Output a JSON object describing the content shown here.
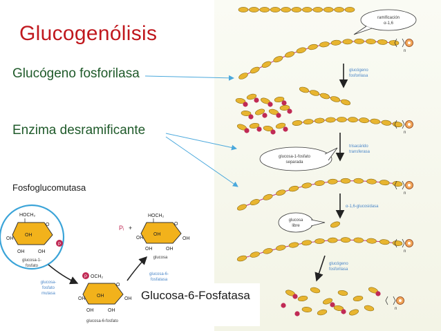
{
  "title": "Glucogenólisis",
  "labels": {
    "glucogeno_fosforilasa": "Glucógeno fosforilasa",
    "enzima_desramificante": "Enzima desramificante",
    "fosfoglucomutasa": "Fosfoglucomutasa",
    "glucosa_6_fosfatasa": "Glucosa-6-Fosfatasa"
  },
  "pathway": {
    "ramificacion_line1": "ramificación",
    "ramificacion_line2": "α-1,6",
    "step1_line1": "glucógeno",
    "step1_line2": "fosforilasa",
    "g1p_bubble_line1": "glucosa-1-fosfato",
    "g1p_bubble_line2": "separada",
    "step2_line1": "trisacárido",
    "step2_line2": "transferasa",
    "step3": "α-1,6-glucosidasa",
    "glucosa_libre_line1": "glucosa",
    "glucosa_libre_line2": "libre",
    "step4_line1": "glucógeno",
    "step4_line2": "fosforilasa",
    "subscript_n": "n"
  },
  "structures": {
    "hoch2": "HOCH₂",
    "och2": "OCH₂",
    "oh": "OH",
    "o": "O",
    "p": "P",
    "pi": "Pᵢ",
    "plus": "+",
    "glucosa1_line1": "glucosa-1-",
    "glucosa1_line2": "fosfato",
    "glucosa6": "glucosa-6-fosfato",
    "glucosa": "glucosa",
    "pgm_line1": "glucosa-",
    "pgm_line2": "fosfato",
    "pgm_line3": "mutasa",
    "g6pase_line1": "glucosa-6-",
    "g6pase_line2": "fosfatasa"
  },
  "colors": {
    "title": "#c0181e",
    "label": "#1f5a2a",
    "glucose": "#e8b530",
    "glucose_outline": "#8a6a10",
    "link": "#c0307a",
    "phosphate": "#c02a55",
    "arrow_blue": "#4aa8dc",
    "enzyme_text": "#4a86c8",
    "ring": "#f2b21b",
    "highlight_circle": "#3ba4d8"
  }
}
